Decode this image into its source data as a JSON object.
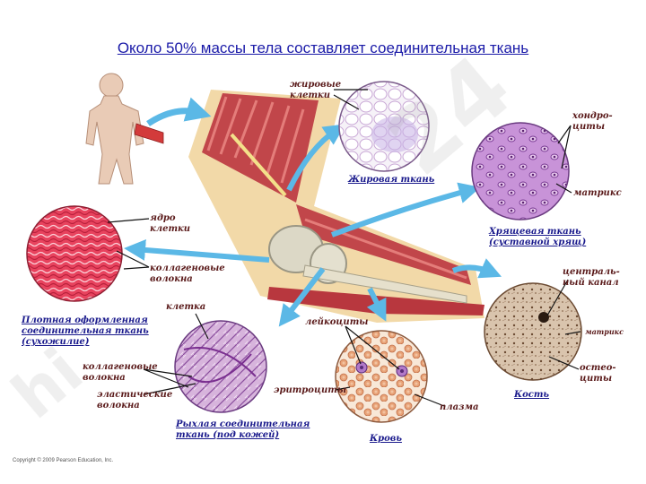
{
  "title": "Около 50% массы тела составляет соединительная ткань",
  "labels": {
    "fat_cells": "жировые\nклетки",
    "adipose": "Жировая ткань",
    "chondrocytes": "хондро-\nциты",
    "cartilage_matrix": "матрикс",
    "cartilage": "Хрящевая ткань\n(суставной хрящ)",
    "nucleus": "ядро\nклетки",
    "collagen_dense": "коллагеновые\nволокна",
    "dense": "Плотная оформленная\nсоединительная ткань\n(сухожилие)",
    "cell": "клетка",
    "collagen_loose": "коллагеновые\nволокна",
    "elastic": "эластические\nволокна",
    "loose": "Рыхлая соединительная\nткань (под кожей)",
    "leukocytes": "лейкоциты",
    "erythrocytes": "эритроциты",
    "plasma": "плазма",
    "blood": "Кровь",
    "central_canal": "централь-\nный канал",
    "bone_matrix": "матрикс",
    "osteocytes": "остео-\nциты",
    "bone": "Кость"
  },
  "copyright": "Copyright © 2009 Pearson Education, Inc.",
  "colors": {
    "title": "#1a1aa8",
    "arrow": "#5bb8e6",
    "caption": "#1a1a8c",
    "label": "#5a1a1a"
  }
}
